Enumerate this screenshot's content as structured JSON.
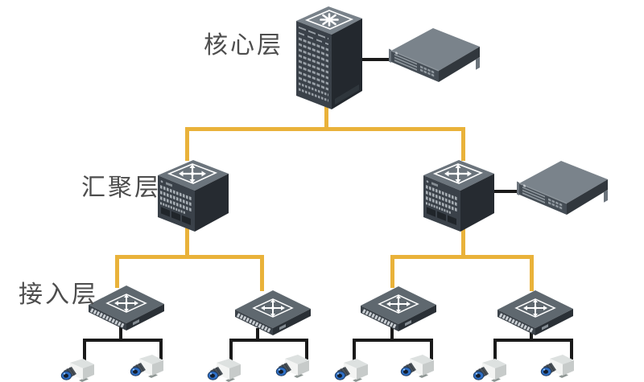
{
  "diagram": {
    "type": "network-topology",
    "layers": [
      {
        "id": "core",
        "label": "核心层"
      },
      {
        "id": "aggregation",
        "label": "汇聚层"
      },
      {
        "id": "access",
        "label": "接入层"
      }
    ],
    "devices": [
      {
        "id": "core-switch",
        "icon": "core-router-icon",
        "layer": "core"
      },
      {
        "id": "core-server",
        "icon": "rack-server-icon",
        "layer": "core"
      },
      {
        "id": "aggregation-switch-left",
        "icon": "switch-arrows-icon",
        "layer": "aggregation"
      },
      {
        "id": "aggregation-switch-right",
        "icon": "switch-arrows-icon",
        "layer": "aggregation"
      },
      {
        "id": "aggregation-server",
        "icon": "rack-server-icon",
        "layer": "aggregation"
      },
      {
        "id": "access-switch-1",
        "icon": "switch-arrows-icon",
        "layer": "access"
      },
      {
        "id": "access-switch-2",
        "icon": "switch-arrows-icon",
        "layer": "access"
      },
      {
        "id": "access-switch-3",
        "icon": "switch-arrows-icon",
        "layer": "access"
      },
      {
        "id": "access-switch-4",
        "icon": "switch-arrows-icon",
        "layer": "access"
      },
      {
        "id": "camera-1",
        "icon": "cctv-camera-icon",
        "layer": "endpoint"
      },
      {
        "id": "camera-2",
        "icon": "cctv-camera-icon",
        "layer": "endpoint"
      },
      {
        "id": "camera-3",
        "icon": "cctv-camera-icon",
        "layer": "endpoint"
      },
      {
        "id": "camera-4",
        "icon": "cctv-camera-icon",
        "layer": "endpoint"
      },
      {
        "id": "camera-5",
        "icon": "cctv-camera-icon",
        "layer": "endpoint"
      },
      {
        "id": "camera-6",
        "icon": "cctv-camera-icon",
        "layer": "endpoint"
      },
      {
        "id": "camera-7",
        "icon": "cctv-camera-icon",
        "layer": "endpoint"
      },
      {
        "id": "camera-8",
        "icon": "cctv-camera-icon",
        "layer": "endpoint"
      }
    ],
    "links": [
      {
        "from": "core-switch",
        "to": "core-server",
        "style": "device-link"
      },
      {
        "from": "core-switch",
        "to": "aggregation-switch-left",
        "style": "trunk"
      },
      {
        "from": "core-switch",
        "to": "aggregation-switch-right",
        "style": "trunk"
      },
      {
        "from": "aggregation-switch-right",
        "to": "aggregation-server",
        "style": "device-link"
      },
      {
        "from": "aggregation-switch-left",
        "to": "access-switch-1",
        "style": "trunk"
      },
      {
        "from": "aggregation-switch-left",
        "to": "access-switch-2",
        "style": "trunk"
      },
      {
        "from": "aggregation-switch-right",
        "to": "access-switch-3",
        "style": "trunk"
      },
      {
        "from": "aggregation-switch-right",
        "to": "access-switch-4",
        "style": "trunk"
      },
      {
        "from": "access-switch-1",
        "to": "camera-1",
        "style": "device-link"
      },
      {
        "from": "access-switch-1",
        "to": "camera-2",
        "style": "device-link"
      },
      {
        "from": "access-switch-2",
        "to": "camera-3",
        "style": "device-link"
      },
      {
        "from": "access-switch-2",
        "to": "camera-4",
        "style": "device-link"
      },
      {
        "from": "access-switch-3",
        "to": "camera-5",
        "style": "device-link"
      },
      {
        "from": "access-switch-3",
        "to": "camera-6",
        "style": "device-link"
      },
      {
        "from": "access-switch-4",
        "to": "camera-7",
        "style": "device-link"
      },
      {
        "from": "access-switch-4",
        "to": "camera-8",
        "style": "device-link"
      }
    ]
  },
  "colors": {
    "trunk_line": "#E9B23A",
    "link_line": "#1A1A1A",
    "label_text": "#4D4D4D",
    "canvas_bg": "#FFFFFF",
    "device_front": "#3A4149",
    "device_side": "#23282E",
    "device_top": "#6B747C",
    "camera_lens": "#2E6FC6"
  }
}
